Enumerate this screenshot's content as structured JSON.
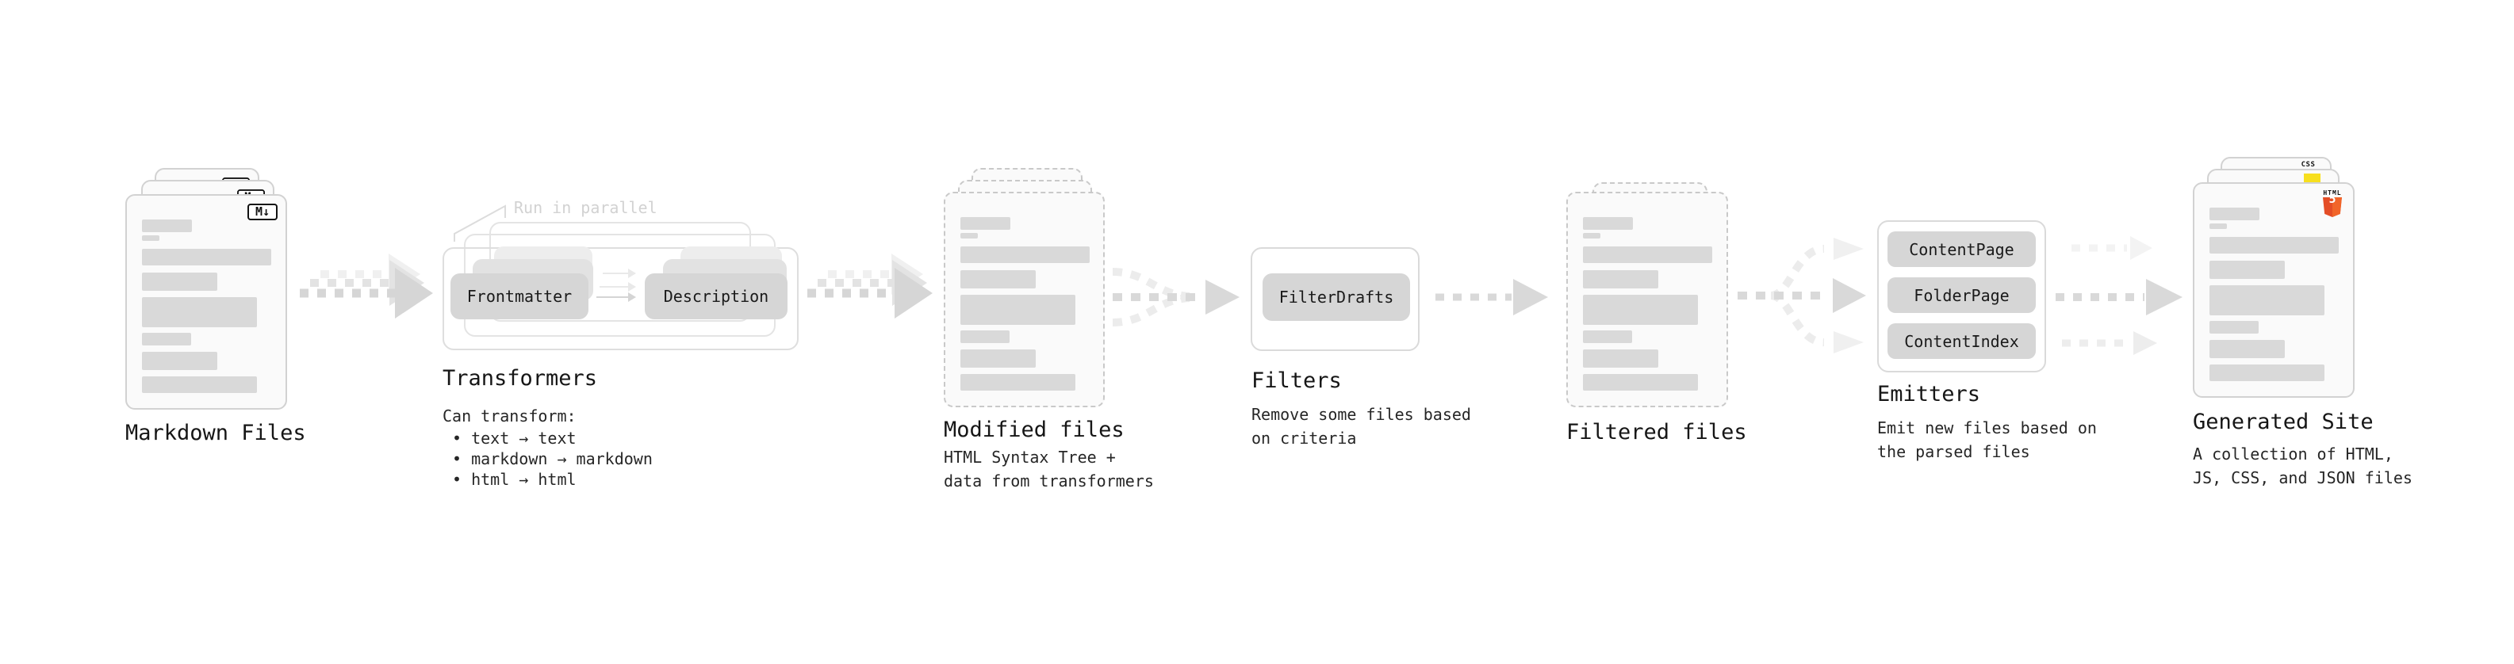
{
  "diagram": {
    "markdown_files": {
      "label": "Markdown Files",
      "badge": "M↓"
    },
    "transformers": {
      "annotation": "Run in parallel",
      "pill_left": "Frontmatter",
      "pill_right": "Description",
      "label": "Transformers",
      "note_title": "Can transform:",
      "note_items": [
        "• text → text",
        "• markdown → markdown",
        "• html → html"
      ]
    },
    "modified_files": {
      "label": "Modified files",
      "note": "HTML Syntax Tree +\ndata from transformers"
    },
    "filters": {
      "pill": "FilterDrafts",
      "label": "Filters",
      "note": "Remove some files based\non criteria"
    },
    "filtered_files": {
      "label": "Filtered files"
    },
    "emitters": {
      "pills": [
        "ContentPage",
        "FolderPage",
        "ContentIndex"
      ],
      "label": "Emitters",
      "note": "Emit new files based on\nthe parsed files"
    },
    "generated_site": {
      "label": "Generated Site",
      "note": "A collection of HTML,\nJS, CSS, and JSON files",
      "badge_css": "CSS",
      "badge_html": "HTML",
      "badge_html_number": "5"
    }
  },
  "colors": {
    "html_orange": "#e44d26",
    "js_yellow": "#f7df1e",
    "css_blue": "#2965f1",
    "arrow_gray": "#d6d6d6"
  }
}
